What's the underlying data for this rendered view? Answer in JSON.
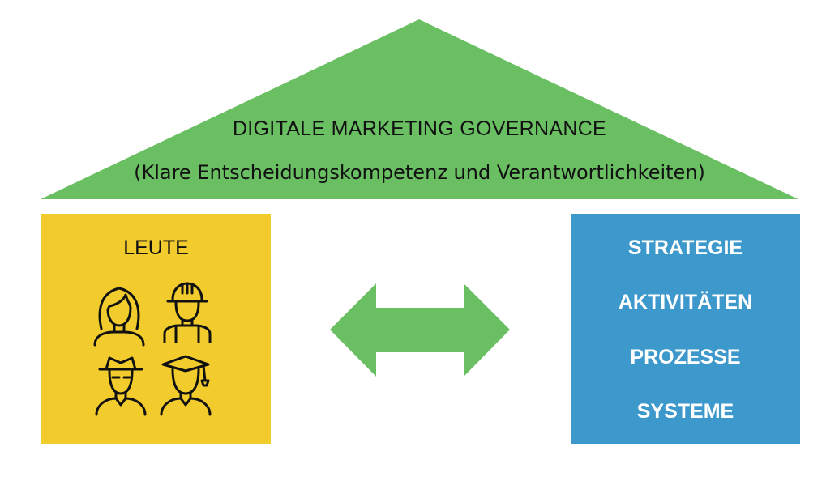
{
  "roof": {
    "title": "DIGITALE MARKETING GOVERNANCE",
    "subtitle": "(Klare Entscheidungskompetenz und Verantwortlichkeiten)",
    "color": "#6abf63"
  },
  "people": {
    "title": "LEUTE",
    "color": "#f2cb2c",
    "icons": [
      "woman-icon",
      "construction-worker-icon",
      "man-with-hat-icon",
      "graduate-icon"
    ]
  },
  "arrow": {
    "icon": "double-arrow-icon",
    "color": "#6abf63"
  },
  "systems": {
    "color": "#3d99cc",
    "items": [
      "STRATEGIE",
      "AKTIVITÄTEN",
      "PROZESSE",
      "SYSTEME"
    ]
  }
}
